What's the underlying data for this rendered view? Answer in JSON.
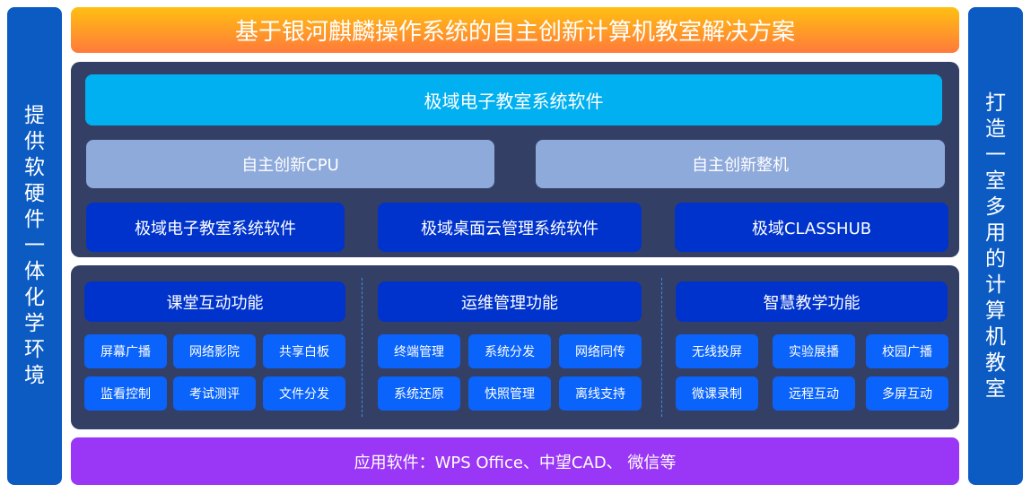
{
  "title": "基于银河麒麟操作系统的自主创新计算机教室解决方案",
  "left_label": [
    "提",
    "供",
    "软",
    "硬",
    "件",
    "一",
    "体",
    "化",
    "学",
    "环",
    "境"
  ],
  "right_label": [
    "打",
    "造",
    "一",
    "室",
    "多",
    "用",
    "的",
    "计",
    "算",
    "机",
    "教",
    "室"
  ],
  "top_layer": {
    "software": "极域电子教室系统软件",
    "hardware": [
      "自主创新CPU",
      "自主创新整机"
    ],
    "products": [
      "极域电子教室系统软件",
      "极域桌面云管理系统软件",
      "极域CLASSHUB"
    ]
  },
  "functions": [
    {
      "header": "课堂互动功能",
      "items": [
        "屏幕广播",
        "网络影院",
        "共享白板",
        "监看控制",
        "考试测评",
        "文件分发"
      ]
    },
    {
      "header": "运维管理功能",
      "items": [
        "终端管理",
        "系统分发",
        "网络同传",
        "系统还原",
        "快照管理",
        "离线支持"
      ]
    },
    {
      "header": "智慧教学功能",
      "items": [
        "无线投屏",
        "实验展播",
        "校园广播",
        "微课录制",
        "远程互动",
        "多屏互动"
      ]
    }
  ],
  "applications": "应用软件：WPS Office、中望CAD、 微信等"
}
